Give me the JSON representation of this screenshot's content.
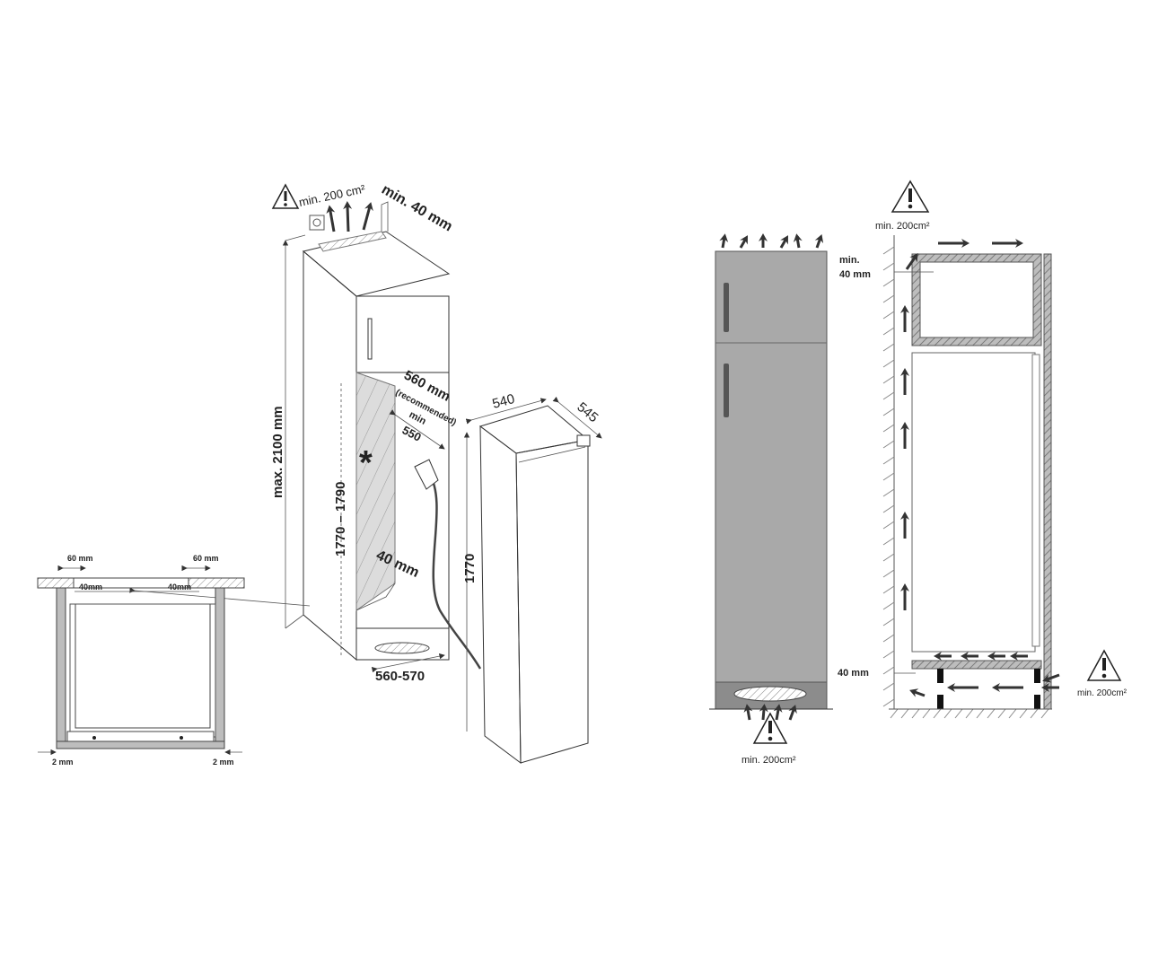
{
  "colors": {
    "line": "#333333",
    "panel": "#a9a9a9",
    "niche": "#e6e6e6",
    "dark": "#1a1a1a",
    "hatch": "#777777"
  },
  "installation_view": {
    "ventilation_top": "min. 200 cm²",
    "top_gap": "min. 40 mm",
    "max_height": "max. 2100 mm",
    "niche_height": "1770 – 1790",
    "niche_width_recommended": "560 mm",
    "recommended": "(recommended)",
    "min_label": "min",
    "min_width": "550",
    "rear_gap": "40 mm",
    "plinth_width": "560-570",
    "asterisk": "*"
  },
  "appliance": {
    "width": "540",
    "depth": "545",
    "height": "1770"
  },
  "cabinet_section": {
    "left_offset": "60 mm",
    "right_offset": "60 mm",
    "left_gap": "40mm",
    "right_gap": "40mm",
    "left_side_gap": "2 mm",
    "right_side_gap": "2 mm"
  },
  "front_ventilation": {
    "bottom_label": "min. 200cm²"
  },
  "side_ventilation": {
    "top_label": "min. 200cm²",
    "top_gap_line1": "min.",
    "top_gap_line2": "40 mm",
    "bottom_gap": "40 mm",
    "bottom_label": "min. 200cm²"
  }
}
